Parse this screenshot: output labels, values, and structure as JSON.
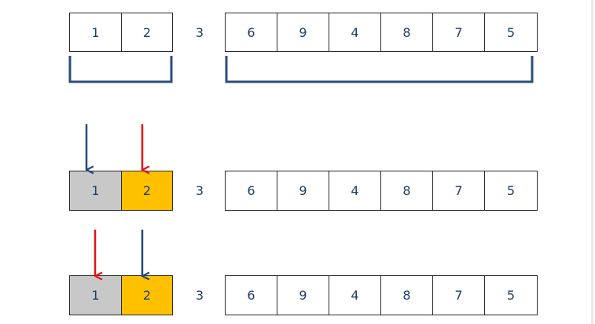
{
  "colors": {
    "text": "#1f3f6b",
    "border": "#2b2b2b",
    "bracket": "#2d4e7a",
    "arrow_blue": "#234a78",
    "arrow_red": "#e0151b",
    "gray_fill": "#c8c8c8",
    "yellow_fill": "#ffc000"
  },
  "rows": [
    {
      "left": [
        "1",
        "2"
      ],
      "pivot": "3",
      "right": [
        "6",
        "9",
        "4",
        "8",
        "7",
        "5"
      ],
      "fills": [
        "white",
        "white"
      ]
    },
    {
      "left": [
        "1",
        "2"
      ],
      "pivot": "3",
      "right": [
        "6",
        "9",
        "4",
        "8",
        "7",
        "5"
      ],
      "fills": [
        "gray",
        "yellow"
      ],
      "arrows": {
        "over_first": "blue",
        "over_second": "red"
      }
    },
    {
      "left": [
        "1",
        "2"
      ],
      "pivot": "3",
      "right": [
        "6",
        "9",
        "4",
        "8",
        "7",
        "5"
      ],
      "fills": [
        "gray",
        "yellow"
      ],
      "arrows": {
        "over_first": "red",
        "over_second": "blue"
      }
    }
  ]
}
